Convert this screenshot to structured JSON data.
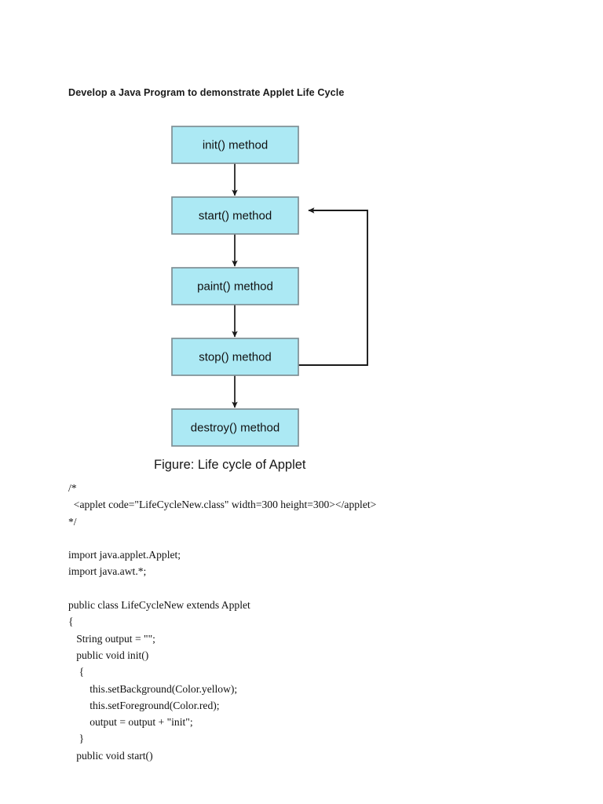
{
  "document": {
    "title": "Develop a Java Program to demonstrate Applet Life Cycle"
  },
  "figure": {
    "caption": "Figure: Life cycle of Applet",
    "box_fill_color": "#ace9f4",
    "box_border_color": "#7f8f95",
    "connector_color": "#1a1a1a",
    "nodes": [
      {
        "id": "init",
        "label": "init() method"
      },
      {
        "id": "start",
        "label": "start() method"
      },
      {
        "id": "paint",
        "label": "paint() method"
      },
      {
        "id": "stop",
        "label": "stop() method"
      },
      {
        "id": "destroy",
        "label": "destroy() method"
      }
    ],
    "edges": [
      {
        "from": "init",
        "to": "start",
        "type": "straight-down"
      },
      {
        "from": "start",
        "to": "paint",
        "type": "straight-down"
      },
      {
        "from": "paint",
        "to": "stop",
        "type": "straight-down"
      },
      {
        "from": "stop",
        "to": "destroy",
        "type": "straight-down"
      },
      {
        "from": "stop",
        "to": "start",
        "type": "feedback-loop-right"
      }
    ]
  },
  "code": {
    "lines": [
      "/*",
      "  <applet code=\"LifeCycleNew.class\" width=300 height=300></applet>",
      "*/",
      "",
      "import java.applet.Applet;",
      "import java.awt.*;",
      "",
      "public class LifeCycleNew extends Applet",
      "{",
      "   String output = \"\";",
      "   public void init()",
      "    {",
      "        this.setBackground(Color.yellow);",
      "        this.setForeground(Color.red);",
      "        output = output + \"init\";",
      "    }",
      "   public void start()"
    ]
  }
}
